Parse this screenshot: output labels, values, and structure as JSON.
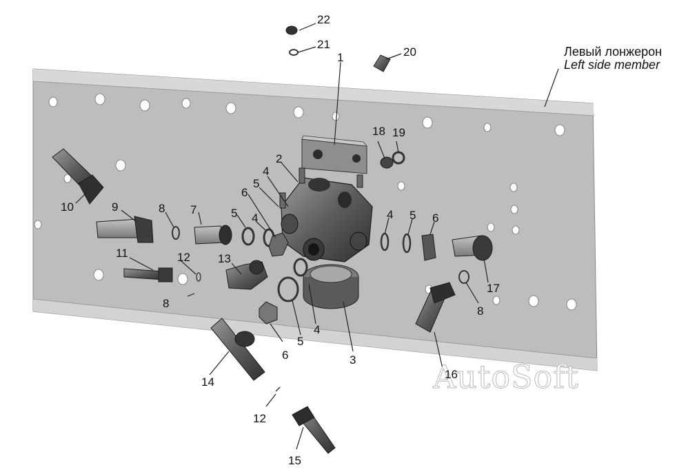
{
  "caption": {
    "ru": "Левый лонжерон",
    "en": "Left side member"
  },
  "watermark": "AutoSoft",
  "callouts": {
    "c1": "1",
    "c2": "2",
    "c3": "3",
    "c4a": "4",
    "c4b": "4",
    "c4c": "4",
    "c4d": "4",
    "c5a": "5",
    "c5b": "5",
    "c5c": "5",
    "c5d": "5",
    "c6a": "6",
    "c6b": "6",
    "c6c": "6",
    "c7": "7",
    "c8a": "8",
    "c8b": "8",
    "c8c": "8",
    "c9": "9",
    "c10": "10",
    "c11": "11",
    "c12a": "12",
    "c12b": "12",
    "c13": "13",
    "c14": "14",
    "c15": "15",
    "c16": "16",
    "c17": "17",
    "c18": "18",
    "c19": "19",
    "c20": "20",
    "c21": "21",
    "c22": "22"
  }
}
